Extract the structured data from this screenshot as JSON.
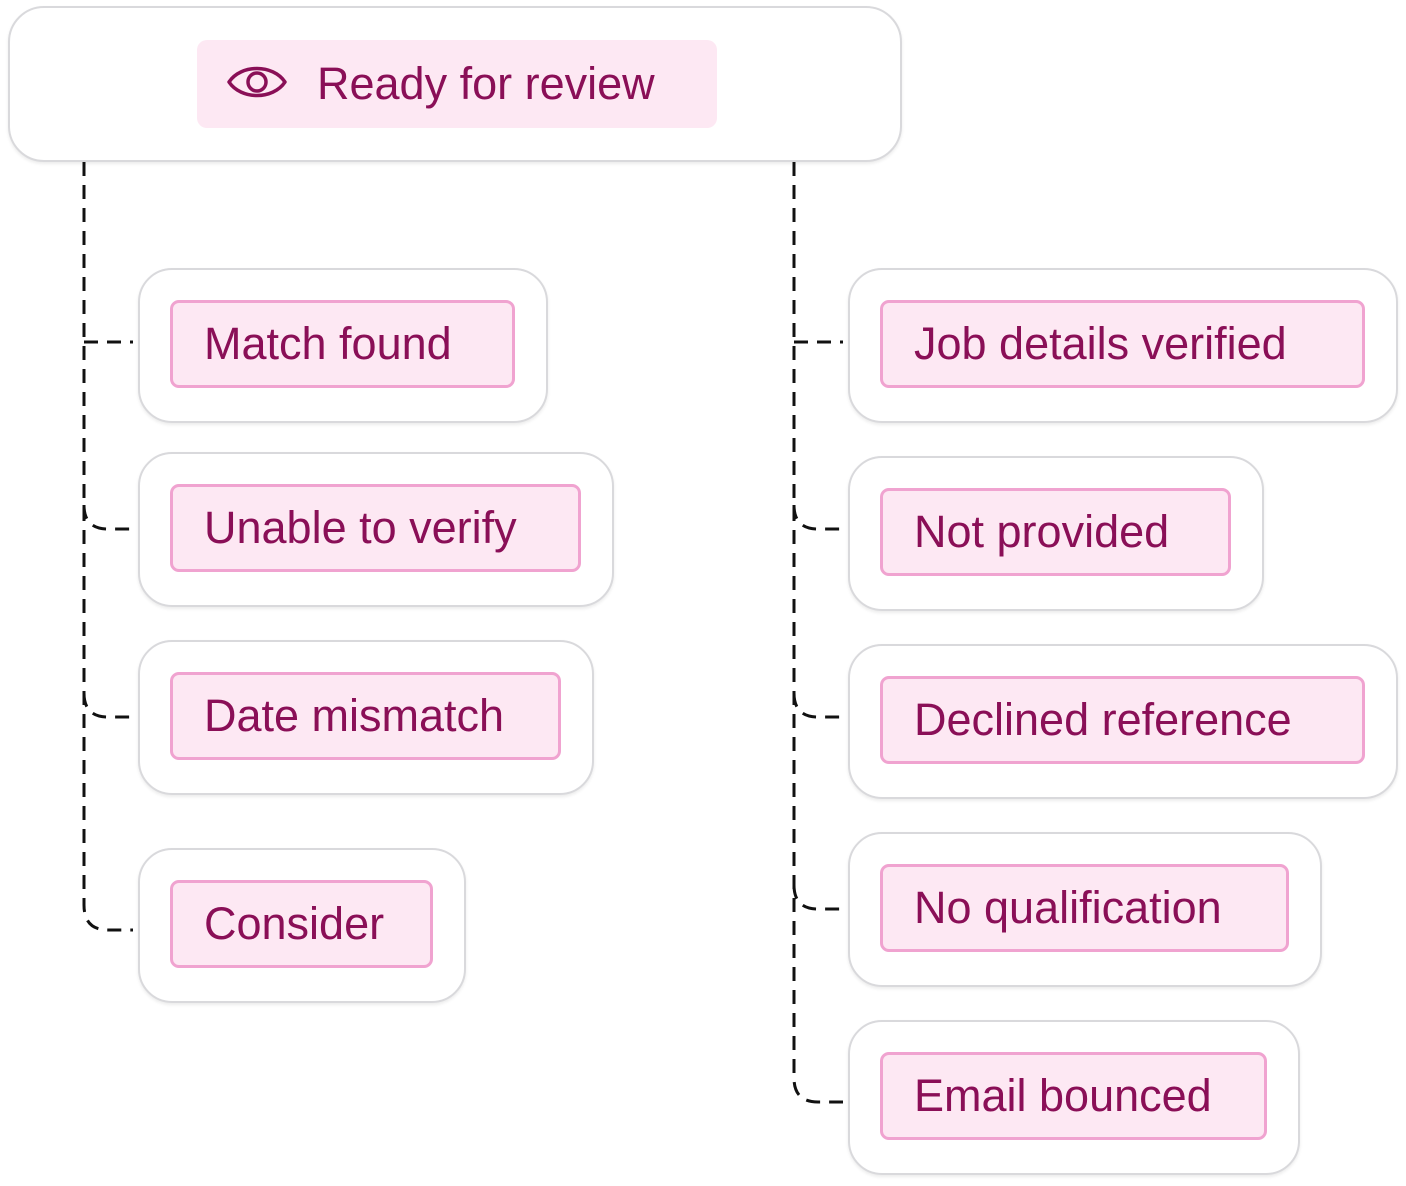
{
  "header": {
    "status_label": "Ready for review",
    "icon": "eye-icon"
  },
  "left_branch": [
    {
      "label": "Match found"
    },
    {
      "label": "Unable to verify"
    },
    {
      "label": "Date mismatch"
    },
    {
      "label": "Consider"
    }
  ],
  "right_branch": [
    {
      "label": "Job details verified"
    },
    {
      "label": "Not provided"
    },
    {
      "label": "Declined reference"
    },
    {
      "label": "No qualification"
    },
    {
      "label": "Email bounced"
    }
  ],
  "colors": {
    "pill_background": "#fde8f3",
    "pill_border": "#f0a3d0",
    "text": "#8a0f57",
    "card_border": "#d9d9dc",
    "connector": "#111111"
  }
}
